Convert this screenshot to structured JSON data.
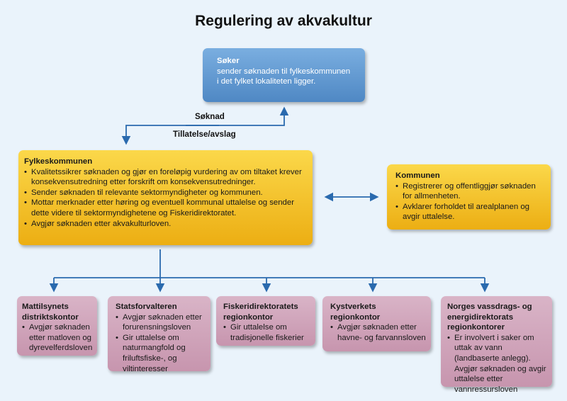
{
  "title": "Regulering av akvakultur",
  "colors": {
    "arrow": "#2a6aae",
    "applicant_box": "#5b93cf",
    "county_box": "#f3c22c",
    "agency_box": "#cfa3ba"
  },
  "applicant": {
    "title": "Søker",
    "text_line1": "sender søknaden til fylkeskommunen",
    "text_line2": "i det fylket lokaliteten ligger."
  },
  "flow_labels": {
    "application": "Søknad",
    "decision": "Tillatelse/avslag"
  },
  "county": {
    "title": "Fylkeskommunen",
    "items": [
      "Kvalitetssikrer søknaden og gjør en foreløpig vurdering av om tiltaket krever konsekvensutredning etter forskrift om konsekvensutredninger.",
      "Sender søknaden til relevante sektormyndigheter og kommunen.",
      "Mottar merknader etter høring og eventuell kommunal uttalelse og sender dette videre til sektormyndighetene og Fiskeridirektoratet.",
      "Avgjør søknaden etter akvakulturloven."
    ]
  },
  "municipality": {
    "title": "Kommunen",
    "items": [
      "Registrerer og offentliggjør søknaden for allmenheten.",
      "Avklarer forholdet til arealplanen og avgir uttalelse."
    ]
  },
  "agencies": [
    {
      "title": "Mattilsynets distriktskontor",
      "items": [
        "Avgjør søknaden etter matloven og dyrevelferdsloven"
      ]
    },
    {
      "title": "Statsforvalteren",
      "items": [
        "Avgjør søknaden etter forurensningsloven",
        "Gir uttalelse om naturmangfold og friluftsfiske-, og viltinteresser"
      ]
    },
    {
      "title": "Fiskeridirektoratets regionkontor",
      "items": [
        "Gir uttalelse om tradisjonelle fiskerier"
      ]
    },
    {
      "title": "Kystverkets regionkontor",
      "items": [
        "Avgjør søknaden etter havne- og farvannsloven"
      ]
    },
    {
      "title": "Norges vassdrags- og energidirektorats regionkontorer",
      "items": [
        "Er involvert i saker om uttak av vann (landbaserte anlegg). Avgjør søknaden og avgir uttalelse etter vannressursloven"
      ]
    }
  ]
}
